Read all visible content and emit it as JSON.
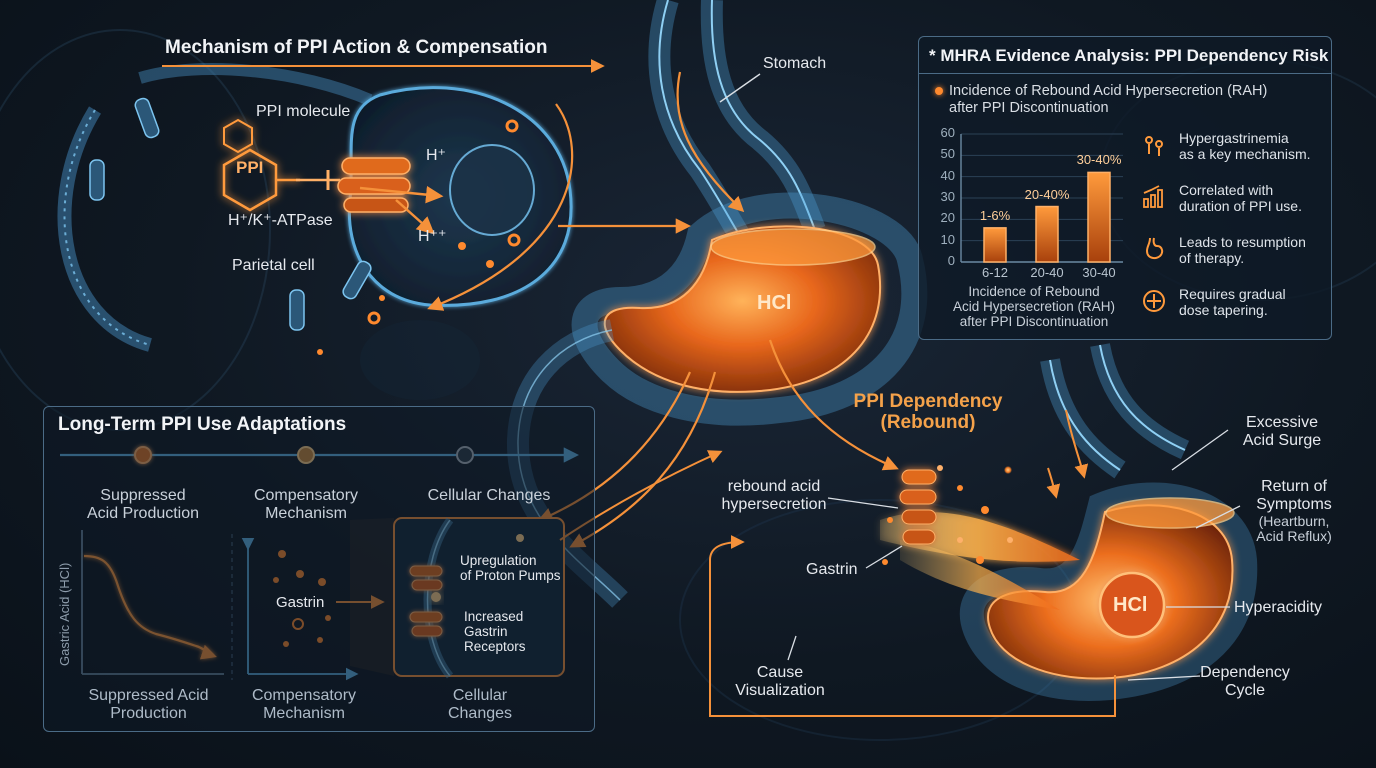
{
  "mechanism": {
    "title": "Mechanism of PPI Action & Compensation",
    "ppi_molecule": "PPI molecule",
    "ppi_badge": "PPI",
    "h_plus": "H⁺",
    "h_plus_plus": "H⁺⁺",
    "pump_label": "H⁺/K⁺-ATPase",
    "cell_label": "Parietal cell"
  },
  "stomach": {
    "label": "Stomach",
    "acid": "HCl"
  },
  "mhra": {
    "title": "* MHRA Evidence Analysis: PPI Dependency Risk",
    "subtitle_line1": "Incidence of Rebound Acid Hypersecretion (RAH)",
    "subtitle_line2": "after PPI Discontinuation",
    "xcaption_line1": "Incidence of Rebound",
    "xcaption_line2": "Acid Hypersecretion (RAH)",
    "xcaption_line3": "after PPI Discontinuation",
    "facts": [
      {
        "icon": "hormone-icon",
        "line1": "Hypergastrinemia",
        "line2": "as a key mechanism."
      },
      {
        "icon": "bar-trend-icon",
        "line1": "Correlated with",
        "line2": "duration of PPI use."
      },
      {
        "icon": "stomach-icon",
        "line1": "Leads to resumption",
        "line2": "of therapy."
      },
      {
        "icon": "dose-dial-icon",
        "line1": "Requires gradual",
        "line2": "dose tapering."
      }
    ]
  },
  "chart_data": {
    "type": "bar",
    "categories": [
      "6-12",
      "20-40",
      "30-40"
    ],
    "values": [
      16,
      26,
      42
    ],
    "data_labels": [
      "1-6%",
      "20-40%",
      "30-40%"
    ],
    "yticks": [
      "0",
      "10",
      "20",
      "30",
      "40",
      "50",
      "60"
    ],
    "ylim": [
      0,
      60
    ],
    "bar_color": "#f07a24"
  },
  "adaptations": {
    "title": "Long-Term PPI Use Adaptations",
    "stage1_line1": "Suppressed",
    "stage1_line2": "Acid Production",
    "stage2_line1": "Compensatory",
    "stage2_line2": "Mechanism",
    "stage3": "Cellular Changes",
    "yaxis": "Gastric Acid (HCl)",
    "gastrin": "Gastrin",
    "upreg_line1": "Upregulation",
    "upreg_line2": "of Proton Pumps",
    "receptors_line1": "Increased",
    "receptors_line2": "Gastrin",
    "receptors_line3": "Receptors",
    "cap1_line1": "Suppressed Acid",
    "cap1_line2": "Production",
    "cap2_line1": "Compensatory",
    "cap2_line2": "Mechanism",
    "cap3_line1": "Cellular",
    "cap3_line2": "Changes"
  },
  "dependency": {
    "title_line1": "PPI Dependency",
    "title_line2": "(Rebound)",
    "rebound_line1": "rebound acid",
    "rebound_line2": "hypersecretion",
    "gastrin": "Gastrin",
    "cause_line1": "Cause",
    "cause_line2": "Visualization",
    "surge_line1": "Excessive",
    "surge_line2": "Acid Surge",
    "symptoms_line1": "Return of",
    "symptoms_line2": "Symptoms",
    "symptoms_line3": "(Heartburn,",
    "symptoms_line4": "Acid Reflux)",
    "hyperacidity": "Hyperacidity",
    "cycle_line1": "Dependency",
    "cycle_line2": "Cycle",
    "acid": "HCl"
  },
  "colors": {
    "accent_orange": "#f5913a",
    "glow_blue": "#5fb3e6",
    "panel_border": "#4b6b86"
  }
}
